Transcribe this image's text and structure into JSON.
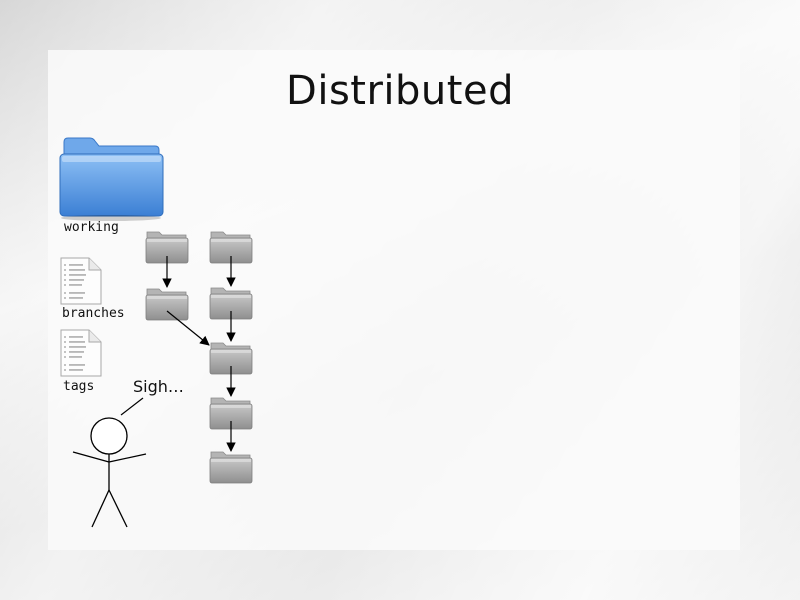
{
  "slide": {
    "title": "Distributed"
  },
  "labels": {
    "working": "working",
    "branches": "branches",
    "tags": "tags"
  },
  "speech": "Sigh…",
  "icons": {
    "working": "folder-icon",
    "branches": "document-icon",
    "tags": "document-icon",
    "repo_folder": "folder-icon"
  },
  "colors": {
    "working_folder": "#4d94e6",
    "repo_folder": "#9a9a9a"
  }
}
